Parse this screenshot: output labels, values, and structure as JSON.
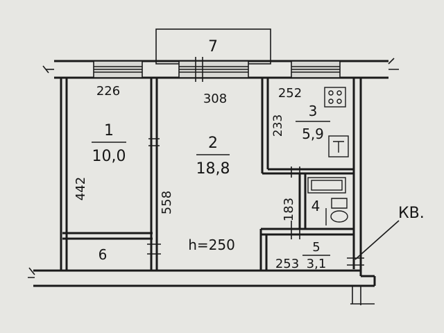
{
  "plan": {
    "balcony": "7",
    "rooms": [
      {
        "id": "1",
        "area": "10,0"
      },
      {
        "id": "2",
        "area": "18,8"
      },
      {
        "id": "3",
        "area": "5,9"
      },
      {
        "id": "4",
        "area": ""
      },
      {
        "id": "5",
        "area": "3,1"
      },
      {
        "id": "6",
        "area": ""
      }
    ],
    "dimensions": {
      "d226": "226",
      "d308": "308",
      "d252": "252",
      "d233": "233",
      "d442": "442",
      "d558": "558",
      "d183": "183",
      "d253": "253"
    },
    "height": "h=250",
    "apartment_label": "КВ."
  }
}
